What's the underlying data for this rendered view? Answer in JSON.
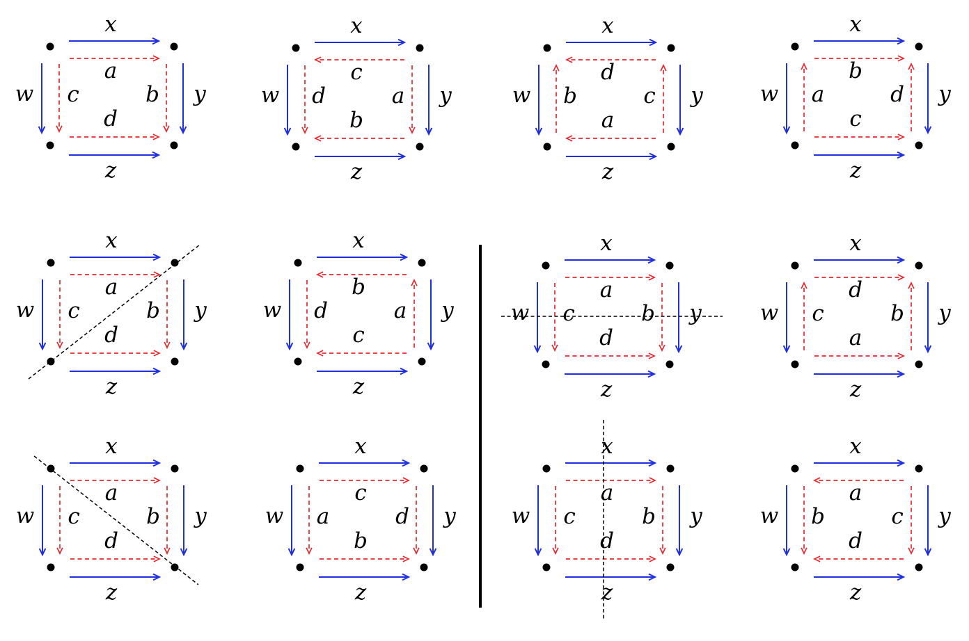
{
  "colors": {
    "outer_arrows": "#1f2fe0",
    "inner_arrows": "#e8262f",
    "vertex": "#000000",
    "cut_line": "#000000"
  },
  "diagrams": [
    {
      "outer": {
        "top": "x",
        "left": "w",
        "right": "y",
        "bottom": "z"
      },
      "inner": {
        "top": "a",
        "left": "c",
        "right": "b",
        "bottom": "d"
      },
      "inner_dirs": {
        "top": "right",
        "bottom": "right",
        "left": "down",
        "right": "down"
      },
      "cut": "none"
    },
    {
      "outer": {
        "top": "x",
        "left": "w",
        "right": "y",
        "bottom": "z"
      },
      "inner": {
        "top": "c",
        "left": "d",
        "right": "a",
        "bottom": "b"
      },
      "inner_dirs": {
        "top": "left",
        "bottom": "left",
        "left": "down",
        "right": "down"
      },
      "cut": "none"
    },
    {
      "outer": {
        "top": "x",
        "left": "w",
        "right": "y",
        "bottom": "z"
      },
      "inner": {
        "top": "d",
        "left": "b",
        "right": "c",
        "bottom": "a"
      },
      "inner_dirs": {
        "top": "left",
        "bottom": "left",
        "left": "up",
        "right": "up"
      },
      "cut": "none"
    },
    {
      "outer": {
        "top": "x",
        "left": "w",
        "right": "y",
        "bottom": "z"
      },
      "inner": {
        "top": "b",
        "left": "a",
        "right": "d",
        "bottom": "c"
      },
      "inner_dirs": {
        "top": "right",
        "bottom": "right",
        "left": "up",
        "right": "up"
      },
      "cut": "none"
    },
    {
      "outer": {
        "top": "x",
        "left": "w",
        "right": "y",
        "bottom": "z"
      },
      "inner": {
        "top": "a",
        "left": "c",
        "right": "b",
        "bottom": "d"
      },
      "inner_dirs": {
        "top": "right",
        "bottom": "right",
        "left": "down",
        "right": "down"
      },
      "cut": "antidiagonal"
    },
    {
      "outer": {
        "top": "x",
        "left": "w",
        "right": "y",
        "bottom": "z"
      },
      "inner": {
        "top": "b",
        "left": "d",
        "right": "a",
        "bottom": "c"
      },
      "inner_dirs": {
        "top": "left",
        "bottom": "left",
        "left": "down",
        "right": "up"
      },
      "cut": "none"
    },
    {
      "outer": {
        "top": "x",
        "left": "w",
        "right": "y",
        "bottom": "z"
      },
      "inner": {
        "top": "a",
        "left": "c",
        "right": "b",
        "bottom": "d"
      },
      "inner_dirs": {
        "top": "right",
        "bottom": "right",
        "left": "down",
        "right": "down"
      },
      "cut": "horizontal"
    },
    {
      "outer": {
        "top": "x",
        "left": "w",
        "right": "y",
        "bottom": "z"
      },
      "inner": {
        "top": "d",
        "left": "c",
        "right": "b",
        "bottom": "a"
      },
      "inner_dirs": {
        "top": "right",
        "bottom": "right",
        "left": "up",
        "right": "up"
      },
      "cut": "none"
    },
    {
      "outer": {
        "top": "x",
        "left": "w",
        "right": "y",
        "bottom": "z"
      },
      "inner": {
        "top": "a",
        "left": "c",
        "right": "b",
        "bottom": "d"
      },
      "inner_dirs": {
        "top": "right",
        "bottom": "right",
        "left": "down",
        "right": "down"
      },
      "cut": "diagonal"
    },
    {
      "outer": {
        "top": "x",
        "left": "w",
        "right": "y",
        "bottom": "z"
      },
      "inner": {
        "top": "c",
        "left": "a",
        "right": "d",
        "bottom": "b"
      },
      "inner_dirs": {
        "top": "right",
        "bottom": "right",
        "left": "down",
        "right": "down"
      },
      "cut": "none"
    },
    {
      "outer": {
        "top": "x",
        "left": "w",
        "right": "y",
        "bottom": "z"
      },
      "inner": {
        "top": "a",
        "left": "c",
        "right": "b",
        "bottom": "d"
      },
      "inner_dirs": {
        "top": "right",
        "bottom": "right",
        "left": "down",
        "right": "down"
      },
      "cut": "vertical"
    },
    {
      "outer": {
        "top": "x",
        "left": "w",
        "right": "y",
        "bottom": "z"
      },
      "inner": {
        "top": "a",
        "left": "b",
        "right": "c",
        "bottom": "d"
      },
      "inner_dirs": {
        "top": "left",
        "bottom": "left",
        "left": "down",
        "right": "down"
      },
      "cut": "none"
    }
  ]
}
